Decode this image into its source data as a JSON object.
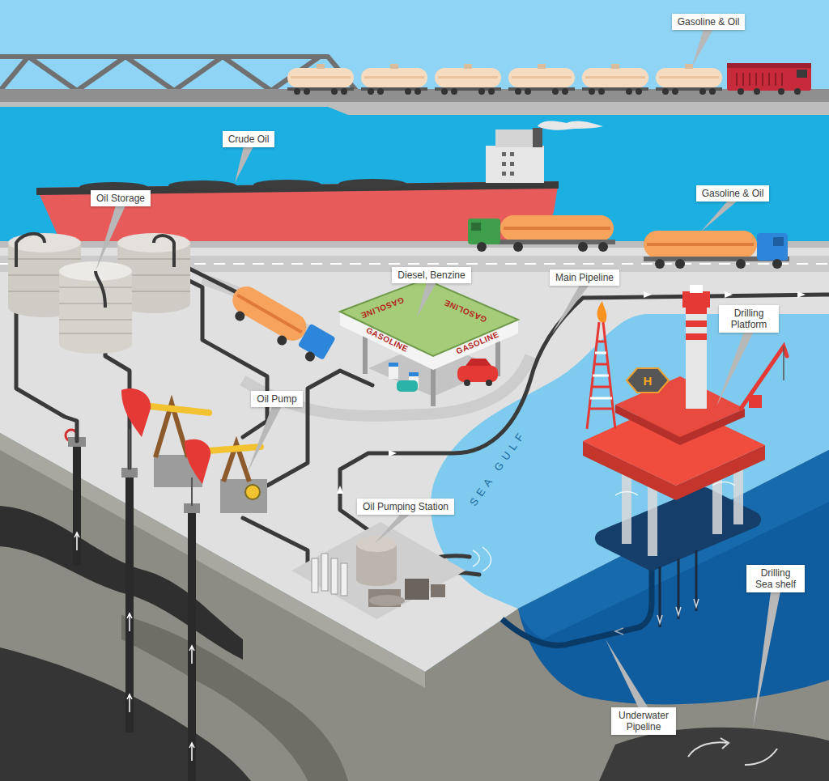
{
  "diagram": {
    "nodes": [
      {
        "text": [
          "Gasoline & Oil"
        ]
      },
      {
        "text": [
          "Crude Oil"
        ]
      },
      {
        "text": [
          "Oil Storage"
        ]
      },
      {
        "text": [
          "Gasoline & Oil"
        ]
      },
      {
        "text": [
          "Diesel, Benzine"
        ]
      },
      {
        "text": [
          "Main Pipeline"
        ]
      },
      {
        "text": [
          "Drilling Platform"
        ]
      },
      {
        "text": [
          "Oil Pump"
        ]
      },
      {
        "text": [
          "Oil Pumping Station"
        ]
      },
      {
        "text": [
          "Drilling Sea shelf"
        ]
      },
      {
        "text": [
          "Underwater Pipeline"
        ]
      }
    ],
    "labels": [
      "GASOLINE",
      "GASOLINE",
      "GASOLINE",
      "GASOLINE",
      "SEA GULF",
      "H"
    ]
  }
}
